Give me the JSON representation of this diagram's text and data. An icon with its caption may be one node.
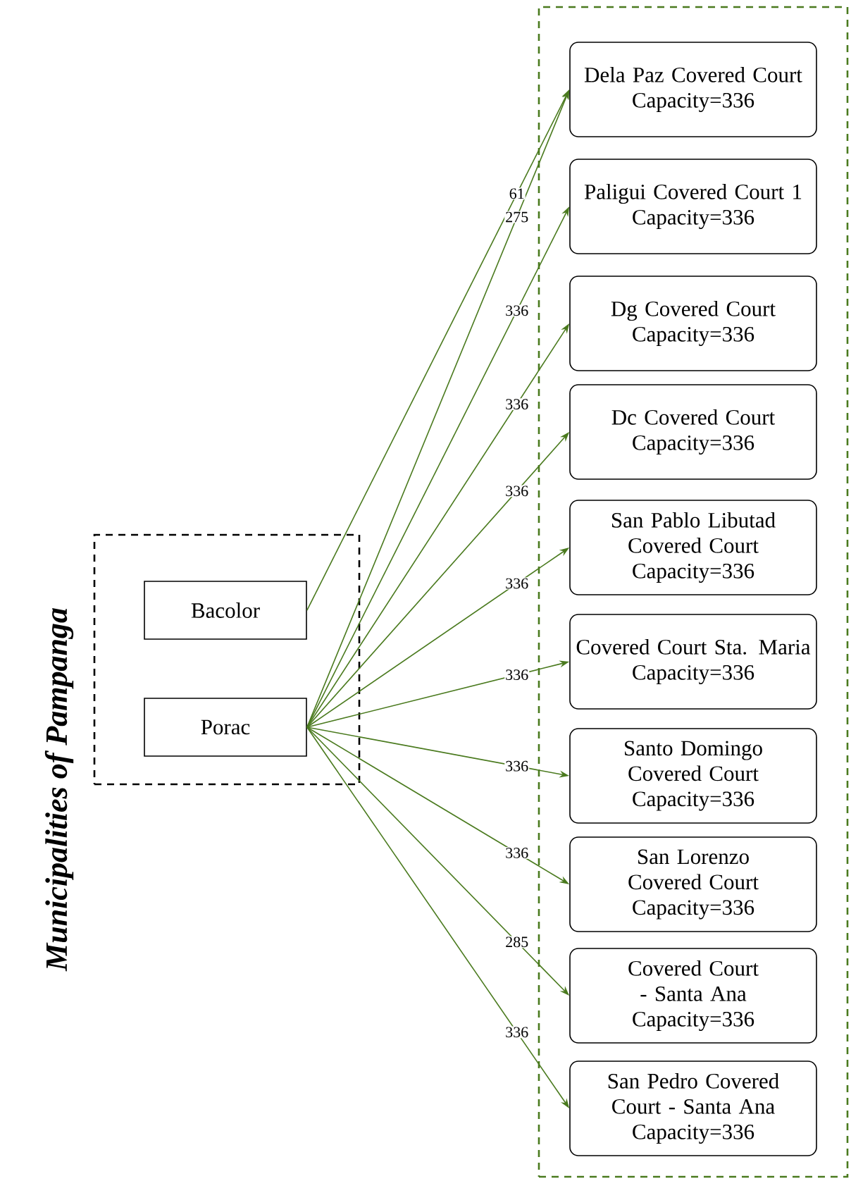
{
  "diagram": {
    "nodes": [
      {
        "text": [
          "Municipalities of Pampanga"
        ]
      },
      {
        "text": [
          "Bacolor"
        ],
        "in": 0
      },
      {
        "text": [
          "Porac"
        ],
        "in": 0
      },
      {
        "text": [],
        "shape": "box"
      },
      {
        "text": [
          "Dela Paz Covered Court",
          "Capacity=336"
        ],
        "in": 3
      },
      {
        "text": [
          "Paligui Covered Court 1",
          "Capacity=336"
        ],
        "in": 3
      },
      {
        "text": [
          "Dg Covered Court",
          "Capacity=336"
        ],
        "in": 3
      },
      {
        "text": [
          "Dc Covered Court",
          "Capacity=336"
        ],
        "in": 3
      },
      {
        "text": [
          "San Pablo Libutad Covered Court",
          "Capacity=336"
        ],
        "in": 3
      },
      {
        "text": [
          "Covered Court Sta. Maria",
          "Capacity=336"
        ],
        "in": 3
      },
      {
        "text": [
          "Santo Domingo Covered Court",
          "Capacity=336"
        ],
        "in": 3
      },
      {
        "text": [
          "San Lorenzo Covered Court",
          "Capacity=336"
        ],
        "in": 3
      },
      {
        "text": [
          "Covered Court - Santa Ana",
          "Capacity=336"
        ],
        "in": 3
      },
      {
        "text": [
          "San Pedro Covered Court - Santa Ana",
          "Capacity=336"
        ],
        "in": 3
      }
    ],
    "edges": [
      {
        "from": 1,
        "to": 4,
        "arrow": "to",
        "label": "61"
      },
      {
        "from": 2,
        "to": 4,
        "arrow": "to",
        "label": "275"
      },
      {
        "from": 2,
        "to": 5,
        "arrow": "to",
        "label": "336"
      },
      {
        "from": 2,
        "to": 6,
        "arrow": "to",
        "label": "336"
      },
      {
        "from": 2,
        "to": 7,
        "arrow": "to",
        "label": "336"
      },
      {
        "from": 2,
        "to": 8,
        "arrow": "to",
        "label": "336"
      },
      {
        "from": 2,
        "to": 9,
        "arrow": "to",
        "label": "336"
      },
      {
        "from": 2,
        "to": 10,
        "arrow": "to",
        "label": "336"
      },
      {
        "from": 2,
        "to": 11,
        "arrow": "to",
        "label": "336"
      },
      {
        "from": 2,
        "to": 12,
        "arrow": "to",
        "label": "285"
      },
      {
        "from": 2,
        "to": 13,
        "arrow": "to",
        "label": "336"
      }
    ]
  }
}
